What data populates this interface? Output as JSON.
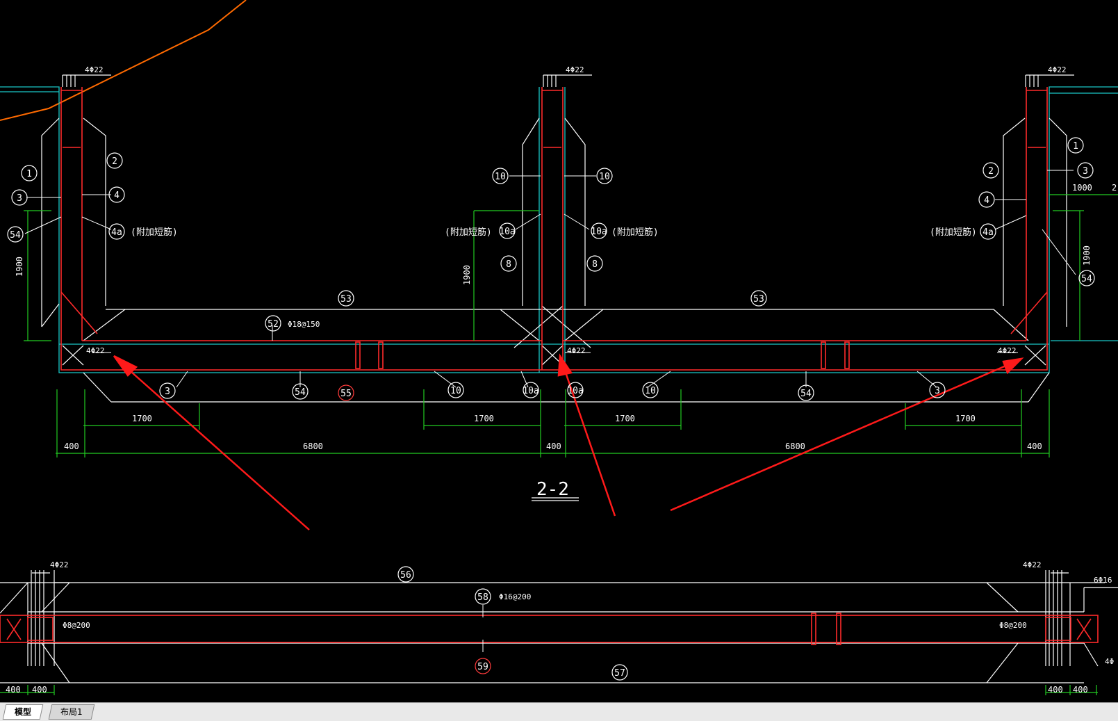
{
  "colors": {
    "background": "#000000",
    "concrete": "#ffffff",
    "rebar": "#ff2a2a",
    "dimension": "#22cc22",
    "outline": "#19c7c7",
    "sketch": "#ff6a00",
    "arrow": "#ff1a1a"
  },
  "section_title": "2-2",
  "rebar_labels": {
    "top_left": "4Φ22",
    "top_mid": "4Φ22",
    "top_right": "4Φ22",
    "bot_left": "4Φ22",
    "bot_mid": "4Φ22",
    "bot_right": "4Φ22",
    "slab": "Φ18@150",
    "lower_top_left": "4Φ22",
    "lower_top_right": "4Φ22",
    "lower_slab": "Φ16@200",
    "lower_left_stirrup": "Φ8@200",
    "lower_right_stirrup": "Φ8@200",
    "lower_right_edge": "6Φ16",
    "lower_right_bottom": "4Φ"
  },
  "notes": {
    "left": "(附加短筋)",
    "middle_left": "(附加短筋)",
    "middle_right": "(附加短筋)",
    "right": "(附加短筋)"
  },
  "markers": {
    "l1": "1",
    "l2": "2",
    "l3": "3",
    "l4": "4",
    "l4a": "4a",
    "l54": "54",
    "m10a": "10",
    "m10b": "10",
    "m10c": "10a",
    "m10d": "10a",
    "m8a": "8",
    "m8b": "8",
    "r1": "1",
    "r2": "2",
    "r3": "3",
    "r4": "4",
    "r4a": "4a",
    "r54": "54",
    "s53a": "53",
    "s53b": "53",
    "s52": "52",
    "b3a": "3",
    "b54a": "54",
    "b55": "55",
    "b10a": "10",
    "b10b": "10a",
    "b10c": "10a",
    "b10d": "10",
    "b54b": "54",
    "b3b": "3",
    "t56": "56",
    "t58": "58",
    "t59": "59",
    "t57": "57"
  },
  "dimensions": {
    "left_wall_height": "1900",
    "mid_wall_height": "1900",
    "right_wall_height": "1900",
    "right_top": "1000",
    "d1700_1": "1700",
    "d1700_2": "1700",
    "d1700_3": "1700",
    "d1700_4": "1700",
    "d400_1": "400",
    "d6800_1": "6800",
    "d400_2": "400",
    "d6800_2": "6800",
    "d400_3": "400",
    "lower_400_1": "400",
    "lower_400_2": "400",
    "lower_400_3": "400",
    "lower_400_4": "400",
    "right_cut": "2"
  },
  "tabs": [
    "模型",
    "布局1"
  ],
  "active_tab": "模型"
}
